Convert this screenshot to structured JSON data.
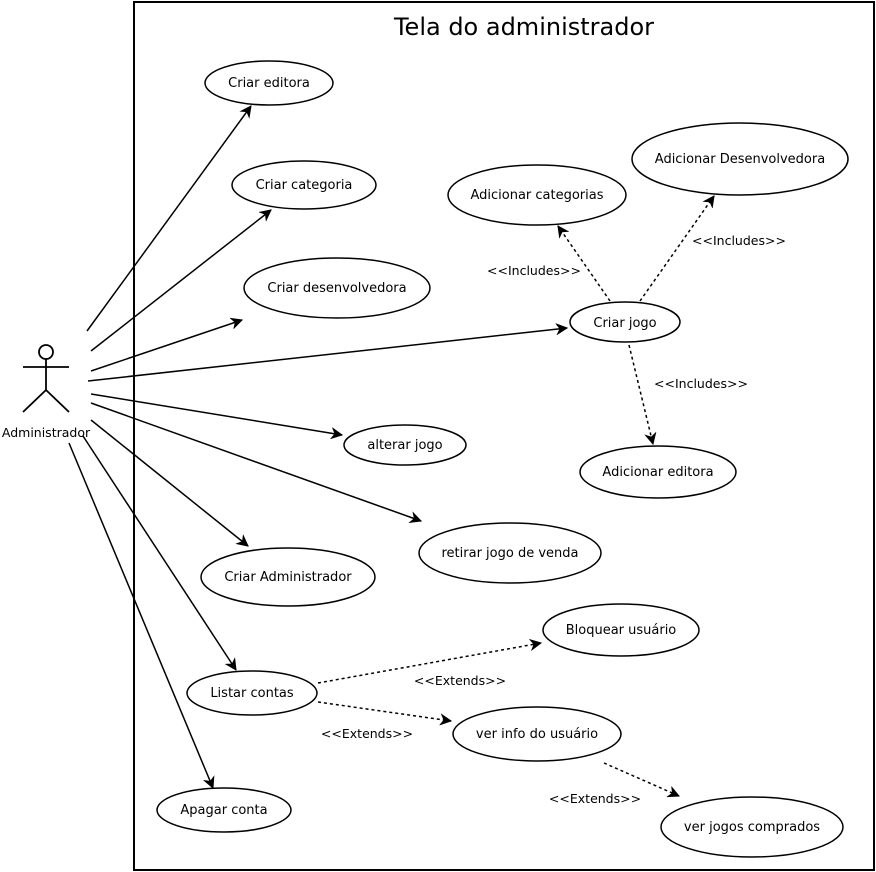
{
  "system": {
    "title": "Tela do administrador"
  },
  "actor": {
    "label": "Administrador",
    "icon": "stick-figure-icon"
  },
  "use_cases": {
    "criar_editora": "Criar editora",
    "criar_categoria": "Criar categoria",
    "criar_desenvolvedora": "Criar desenvolvedora",
    "criar_jogo": "Criar jogo",
    "alterar_jogo": "alterar jogo",
    "retirar_jogo": "retirar jogo de venda",
    "criar_admin": "Criar Administrador",
    "listar_contas": "Listar contas",
    "apagar_conta": "Apagar conta",
    "adicionar_categorias": "Adicionar categorias",
    "adicionar_desenvolvedora": "Adicionar Desenvolvedora",
    "adicionar_editora": "Adicionar editora",
    "bloquear_usuario": "Bloquear usuário",
    "ver_info_usuario": "ver info do usuário",
    "ver_jogos_comprados": "ver jogos comprados"
  },
  "relations": {
    "includes_categorias": "<<Includes>>",
    "includes_desenvolvedora": "<<Includes>>",
    "includes_editora": "<<Includes>>",
    "extends_bloquear": "<<Extends>>",
    "extends_ver_info": "<<Extends>>",
    "extends_jogos_comprados": "<<Extends>>"
  }
}
